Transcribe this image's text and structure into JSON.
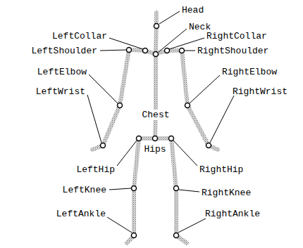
{
  "diagram": {
    "labels": [
      "Head",
      "Neck",
      "LeftCollar",
      "RightCollar",
      "LeftShoulder",
      "RightShoulder",
      "LeftElbow",
      "RightElbow",
      "LeftWrist",
      "RightWrist",
      "Chest",
      "Hips",
      "LeftHip",
      "RightHip",
      "LeftKnee",
      "RightKnee",
      "LeftAnkle",
      "RightAnkle"
    ]
  }
}
